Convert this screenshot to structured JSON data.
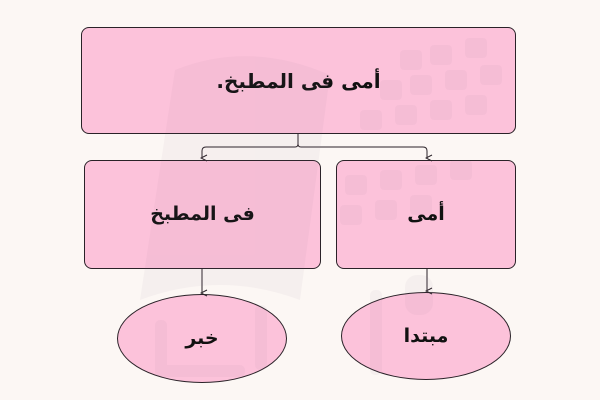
{
  "diagram": {
    "type": "tree",
    "colors": {
      "background": "#fcf7f4",
      "node_fill": "#fcc2da",
      "node_border": "#2a2228",
      "text": "#111111",
      "connector": "#2a2228"
    },
    "root": {
      "label": "أمى فى المطبخ."
    },
    "children": [
      {
        "label": "أمى",
        "child": {
          "label": "مبتدا"
        }
      },
      {
        "label": "فى المطبخ",
        "child": {
          "label": "خبر"
        }
      }
    ]
  }
}
